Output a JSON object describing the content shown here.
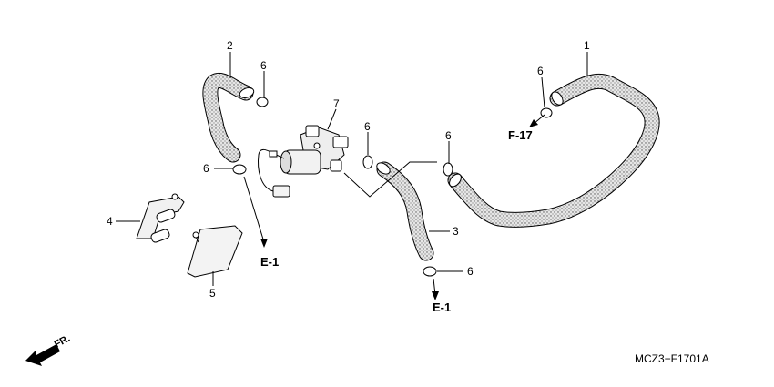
{
  "diagram": {
    "callouts": [
      {
        "id": "p1",
        "text": "1"
      },
      {
        "id": "p2",
        "text": "2"
      },
      {
        "id": "p3",
        "text": "3"
      },
      {
        "id": "p4",
        "text": "4"
      },
      {
        "id": "p5",
        "text": "5"
      },
      {
        "id": "p6a",
        "text": "6"
      },
      {
        "id": "p6b",
        "text": "6"
      },
      {
        "id": "p6c",
        "text": "6"
      },
      {
        "id": "p6d",
        "text": "6"
      },
      {
        "id": "p6e",
        "text": "6"
      },
      {
        "id": "p6f",
        "text": "6"
      },
      {
        "id": "p7",
        "text": "7"
      }
    ],
    "references": {
      "e1_left": "E-1",
      "e1_right": "E-1",
      "f17": "F-17"
    },
    "direction_label": "FR.",
    "drawing_code": "MCZ3−F1701A"
  },
  "colors": {
    "line": "#000000",
    "hose_fill": "#dcdcdc",
    "background": "#ffffff"
  }
}
